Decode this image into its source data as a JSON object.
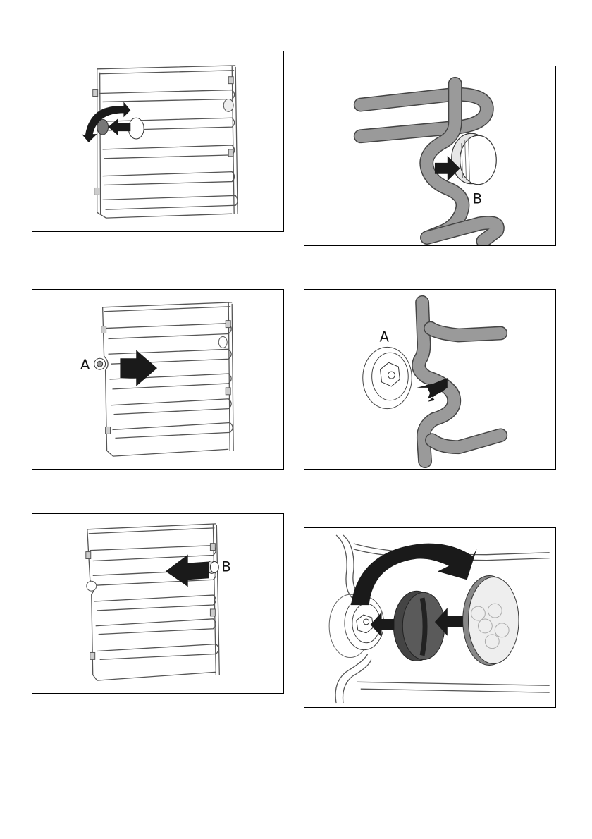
{
  "panels": [
    {
      "id": "p1",
      "labels": []
    },
    {
      "id": "p2",
      "labels": [
        "B"
      ]
    },
    {
      "id": "p3",
      "labels": [
        "A"
      ]
    },
    {
      "id": "p4",
      "labels": [
        "A"
      ]
    },
    {
      "id": "p5",
      "labels": [
        "B"
      ]
    },
    {
      "id": "p6",
      "labels": []
    }
  ],
  "colors": {
    "border": "#000000",
    "wire": "#555555",
    "arrow": "#1a1a1a",
    "rail_fill": "#9a9a9a"
  }
}
